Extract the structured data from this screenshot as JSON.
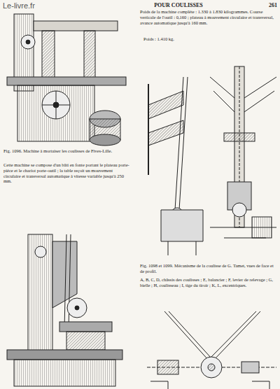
{
  "diagram": {
    "labels": [
      "Le-livre.fr",
      "POUR COULISSES",
      "261",
      "Poids de la machine complète : 1.330 à 1.830 kilogrammes. Course verticale de l'outil : 0,160 ; plateau à mouvement circulaire et transversal, avance automatique jusqu'à 160 mm.",
      "Poids : 1.410 kg.",
      "Fig. 1096. Machine à mortaiser les coulisses de Fives-Lille.",
      "Cette machine se compose d'un bâti en fonte portant le plateau porte-pièce et le chariot porte-outil ; la table reçoit un mouvement circulaire et transversal automatique à vitesse variable jusqu'à 250 mm.",
      "Fig. 1098 et 1099. Mécanisme de la coulisse de G. Tamet, vues de face et de profil.",
      "A, B, C, D, châssis des coulisses ; E, balancier ; F, levier de relevage ; G, bielle ; H, coulisseau ; I, tige du tiroir ; K, L, excentriques."
    ]
  }
}
